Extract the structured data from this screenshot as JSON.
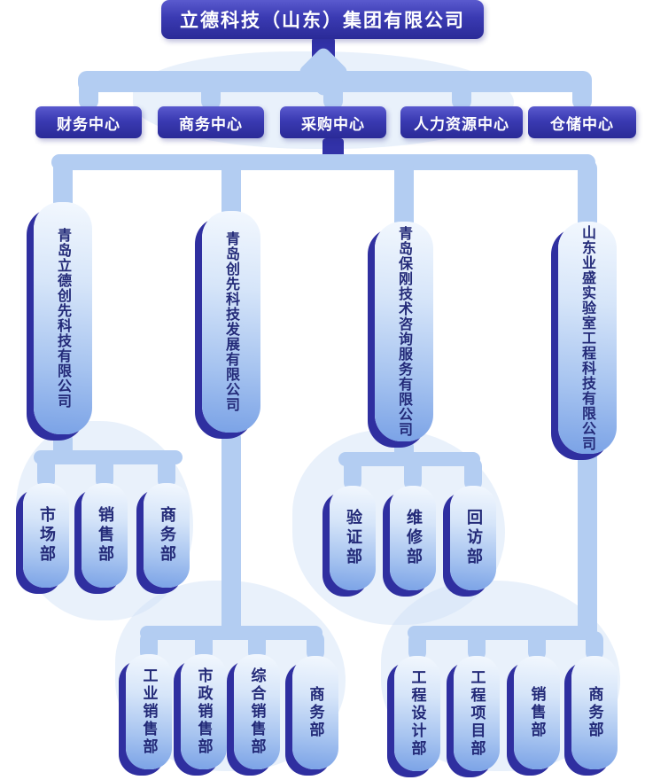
{
  "org": {
    "title": "立德科技（山东）集团有限公司",
    "centers": [
      "财务中心",
      "商务中心",
      "采购中心",
      "人力资源中心",
      "仓储中心"
    ],
    "subsidiaries": [
      "青岛立德创先科技有限公司",
      "青岛创先科技发展有限公司",
      "青岛保刚技术咨询服务有限公司",
      "山东业盛实验室工程科技有限公司"
    ],
    "departments_level1": [
      "市场部",
      "销售部",
      "商务部",
      "验证部",
      "维修部",
      "回访部"
    ],
    "departments_level2": [
      "工业销售部",
      "市政销售部",
      "综合销售部",
      "商务部",
      "工程设计部",
      "工程项目部",
      "销售部",
      "商务部"
    ]
  },
  "colors": {
    "node_dark": "#3232a8",
    "node_dark_gradient_top": "#5a5ace",
    "connector_light_blue": "#b3cdf2",
    "node_light_top": "#f3f8fe",
    "node_light_bottom": "#7aa2e6",
    "node_shadow": "#2f2fa0",
    "text_navy": "#232a78",
    "text_white": "#ffffff",
    "background": "#ffffff"
  }
}
